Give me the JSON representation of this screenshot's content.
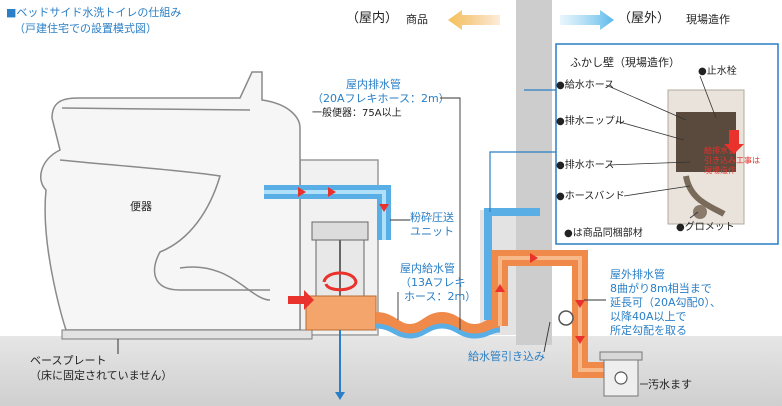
{
  "title": {
    "line1": "■ベッドサイド水洗トイレの仕組み",
    "line2": "（戸建住宅での設置模式図）"
  },
  "header": {
    "indoor_label": "（屋内）",
    "indoor_sub": "商品",
    "outdoor_label": "（屋外）",
    "outdoor_sub": "現場造作"
  },
  "labels": {
    "toilet": "便器",
    "indoor_drain_line1": "屋内排水管",
    "indoor_drain_line2": "（20Aフレキホース：2m）",
    "indoor_drain_line3": "一般便器：75A以上",
    "crusher_line1": "粉砕圧送",
    "crusher_line2": "ユニット",
    "supply_line1": "屋内給水管",
    "supply_line2": "（13Aフレキ",
    "supply_line3": "ホース：2m）",
    "supply_pull": "給水管引き込み",
    "base_line1": "ベースプレート",
    "base_line2": "（床に固定されていません）",
    "outdoor_drain_line1": "屋外排水管",
    "outdoor_drain_line2": "8曲がり8m相当まで",
    "outdoor_drain_line3": "延長可（20A勾配0）、",
    "outdoor_drain_line4": "以降40A以上で",
    "outdoor_drain_line5": "所定勾配を取る",
    "sewer": "汚水ます"
  },
  "inset": {
    "title": "ふかし壁（現場造作）",
    "left_items": [
      "●給水ホース",
      "●排水ニップル",
      "●排水ホース",
      "●ホースバンド"
    ],
    "stop_valve": "●止水栓",
    "grommet": "●グロメット",
    "note": "●は商品同梱部材",
    "red_note_line1": "給排水管",
    "red_note_line2": "引き込み工事は",
    "red_note_line3": "現場造作"
  },
  "colors": {
    "blue_text": "#2a7fc6",
    "water_blue": "#5aaee6",
    "drain_orange": "#f08a4b",
    "arrow_red": "#e8322b",
    "wall_gray": "#c8c8c8",
    "floor_gray": "#d6d6d6"
  }
}
